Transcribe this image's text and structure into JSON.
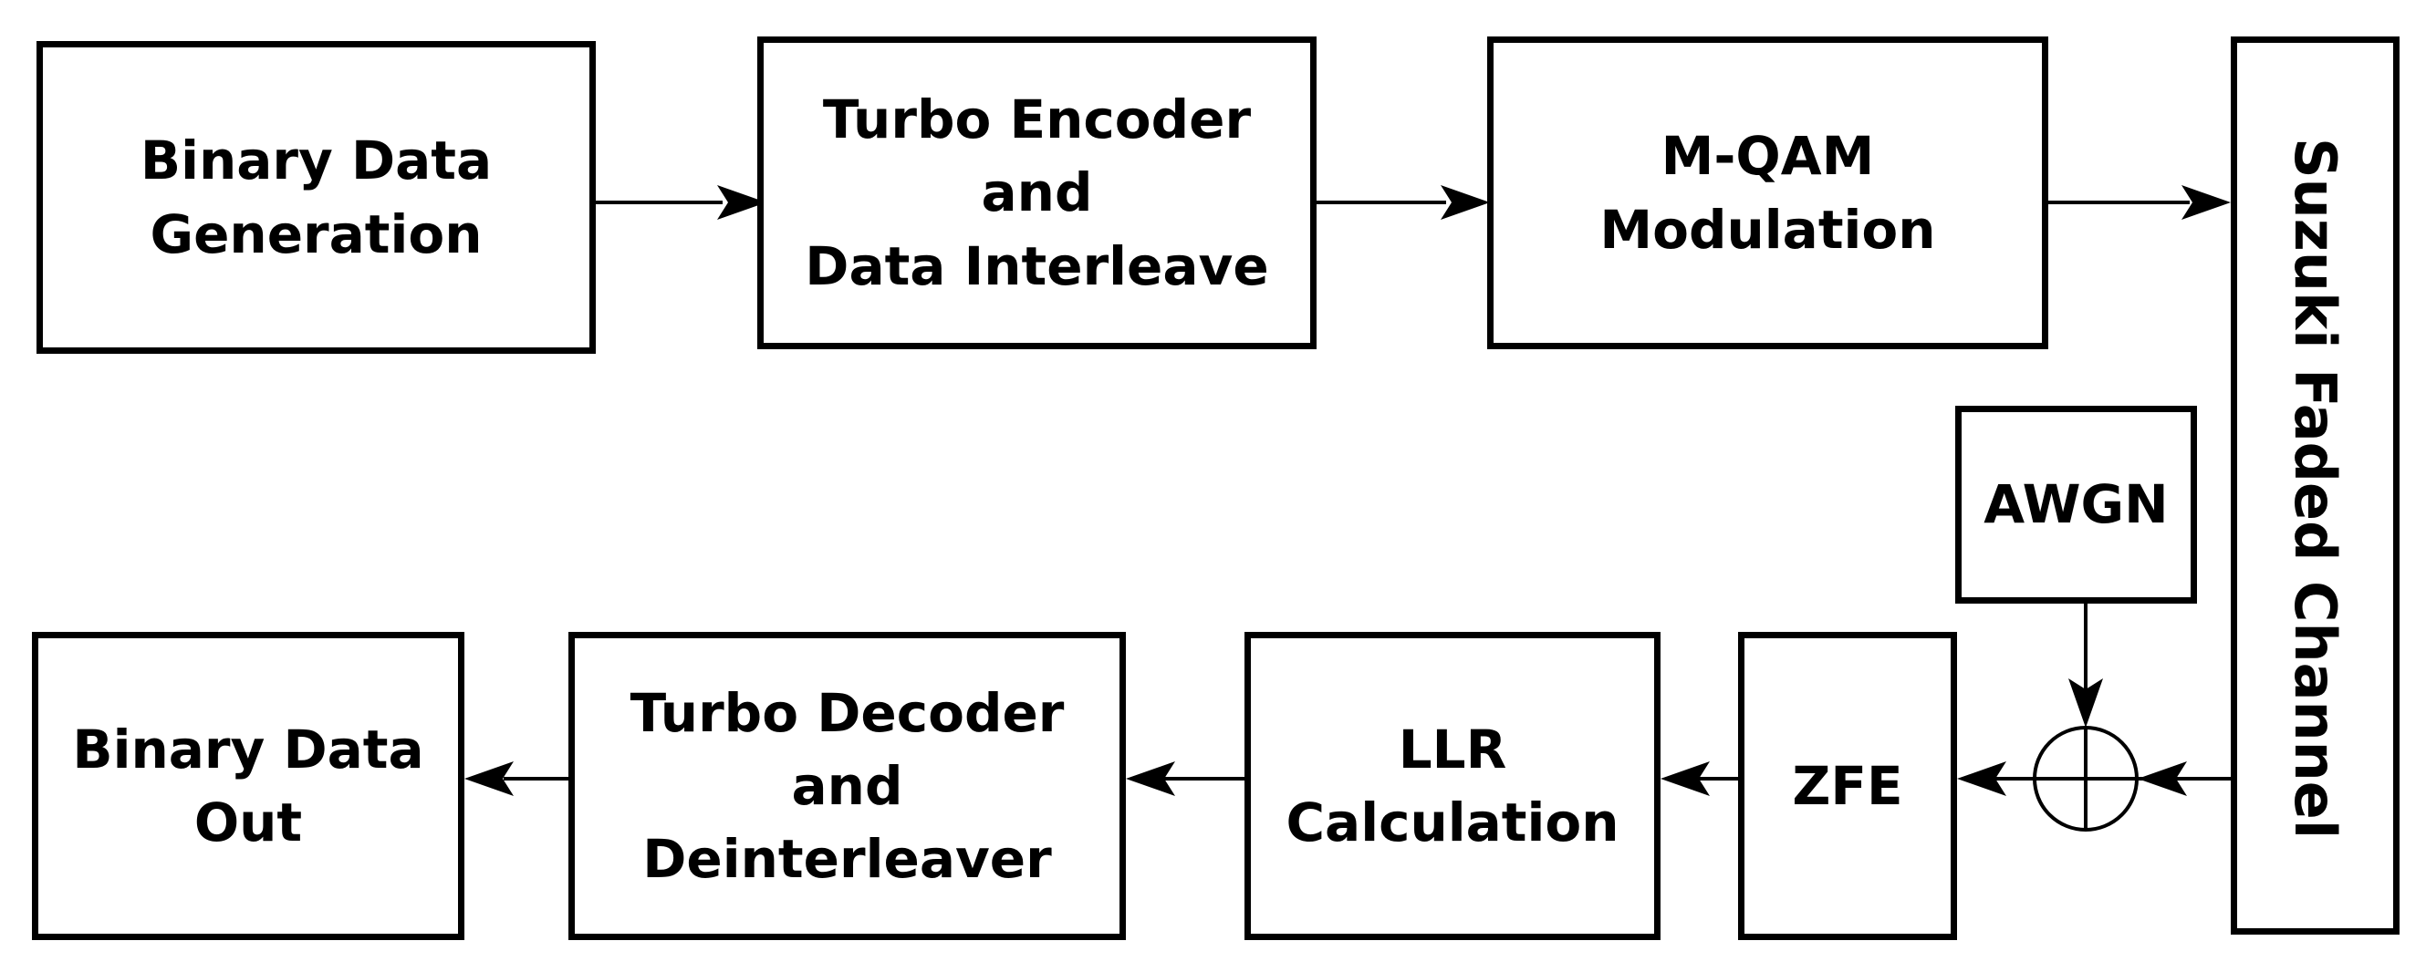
{
  "blocks": {
    "binary_data_generation": "Binary Data\nGeneration",
    "turbo_encoder": "Turbo Encoder\nand\nData Interleave",
    "mqam_modulation": "M-QAM\nModulation",
    "suzuki_channel": "Suzuki Faded Channel",
    "awgn": "AWGN",
    "zfe": "ZFE",
    "llr_calculation": "LLR\nCalculation",
    "turbo_decoder": "Turbo Decoder\nand\nDeinterleaver",
    "binary_data_out": "Binary Data\nOut"
  },
  "colors": {
    "stroke": "#000000",
    "background": "#ffffff"
  }
}
